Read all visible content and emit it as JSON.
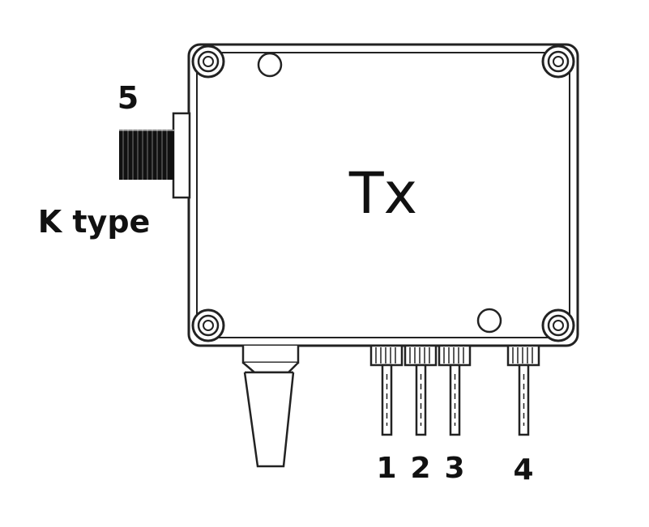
{
  "diagram": {
    "title": "Tx",
    "connector": {
      "number": "5",
      "type_label": "K type"
    },
    "pins": [
      {
        "label": "1"
      },
      {
        "label": "2"
      },
      {
        "label": "3"
      },
      {
        "label": "4"
      }
    ]
  },
  "colors": {
    "line": "#222222",
    "fill": "#ffffff",
    "dark": "#111111"
  }
}
